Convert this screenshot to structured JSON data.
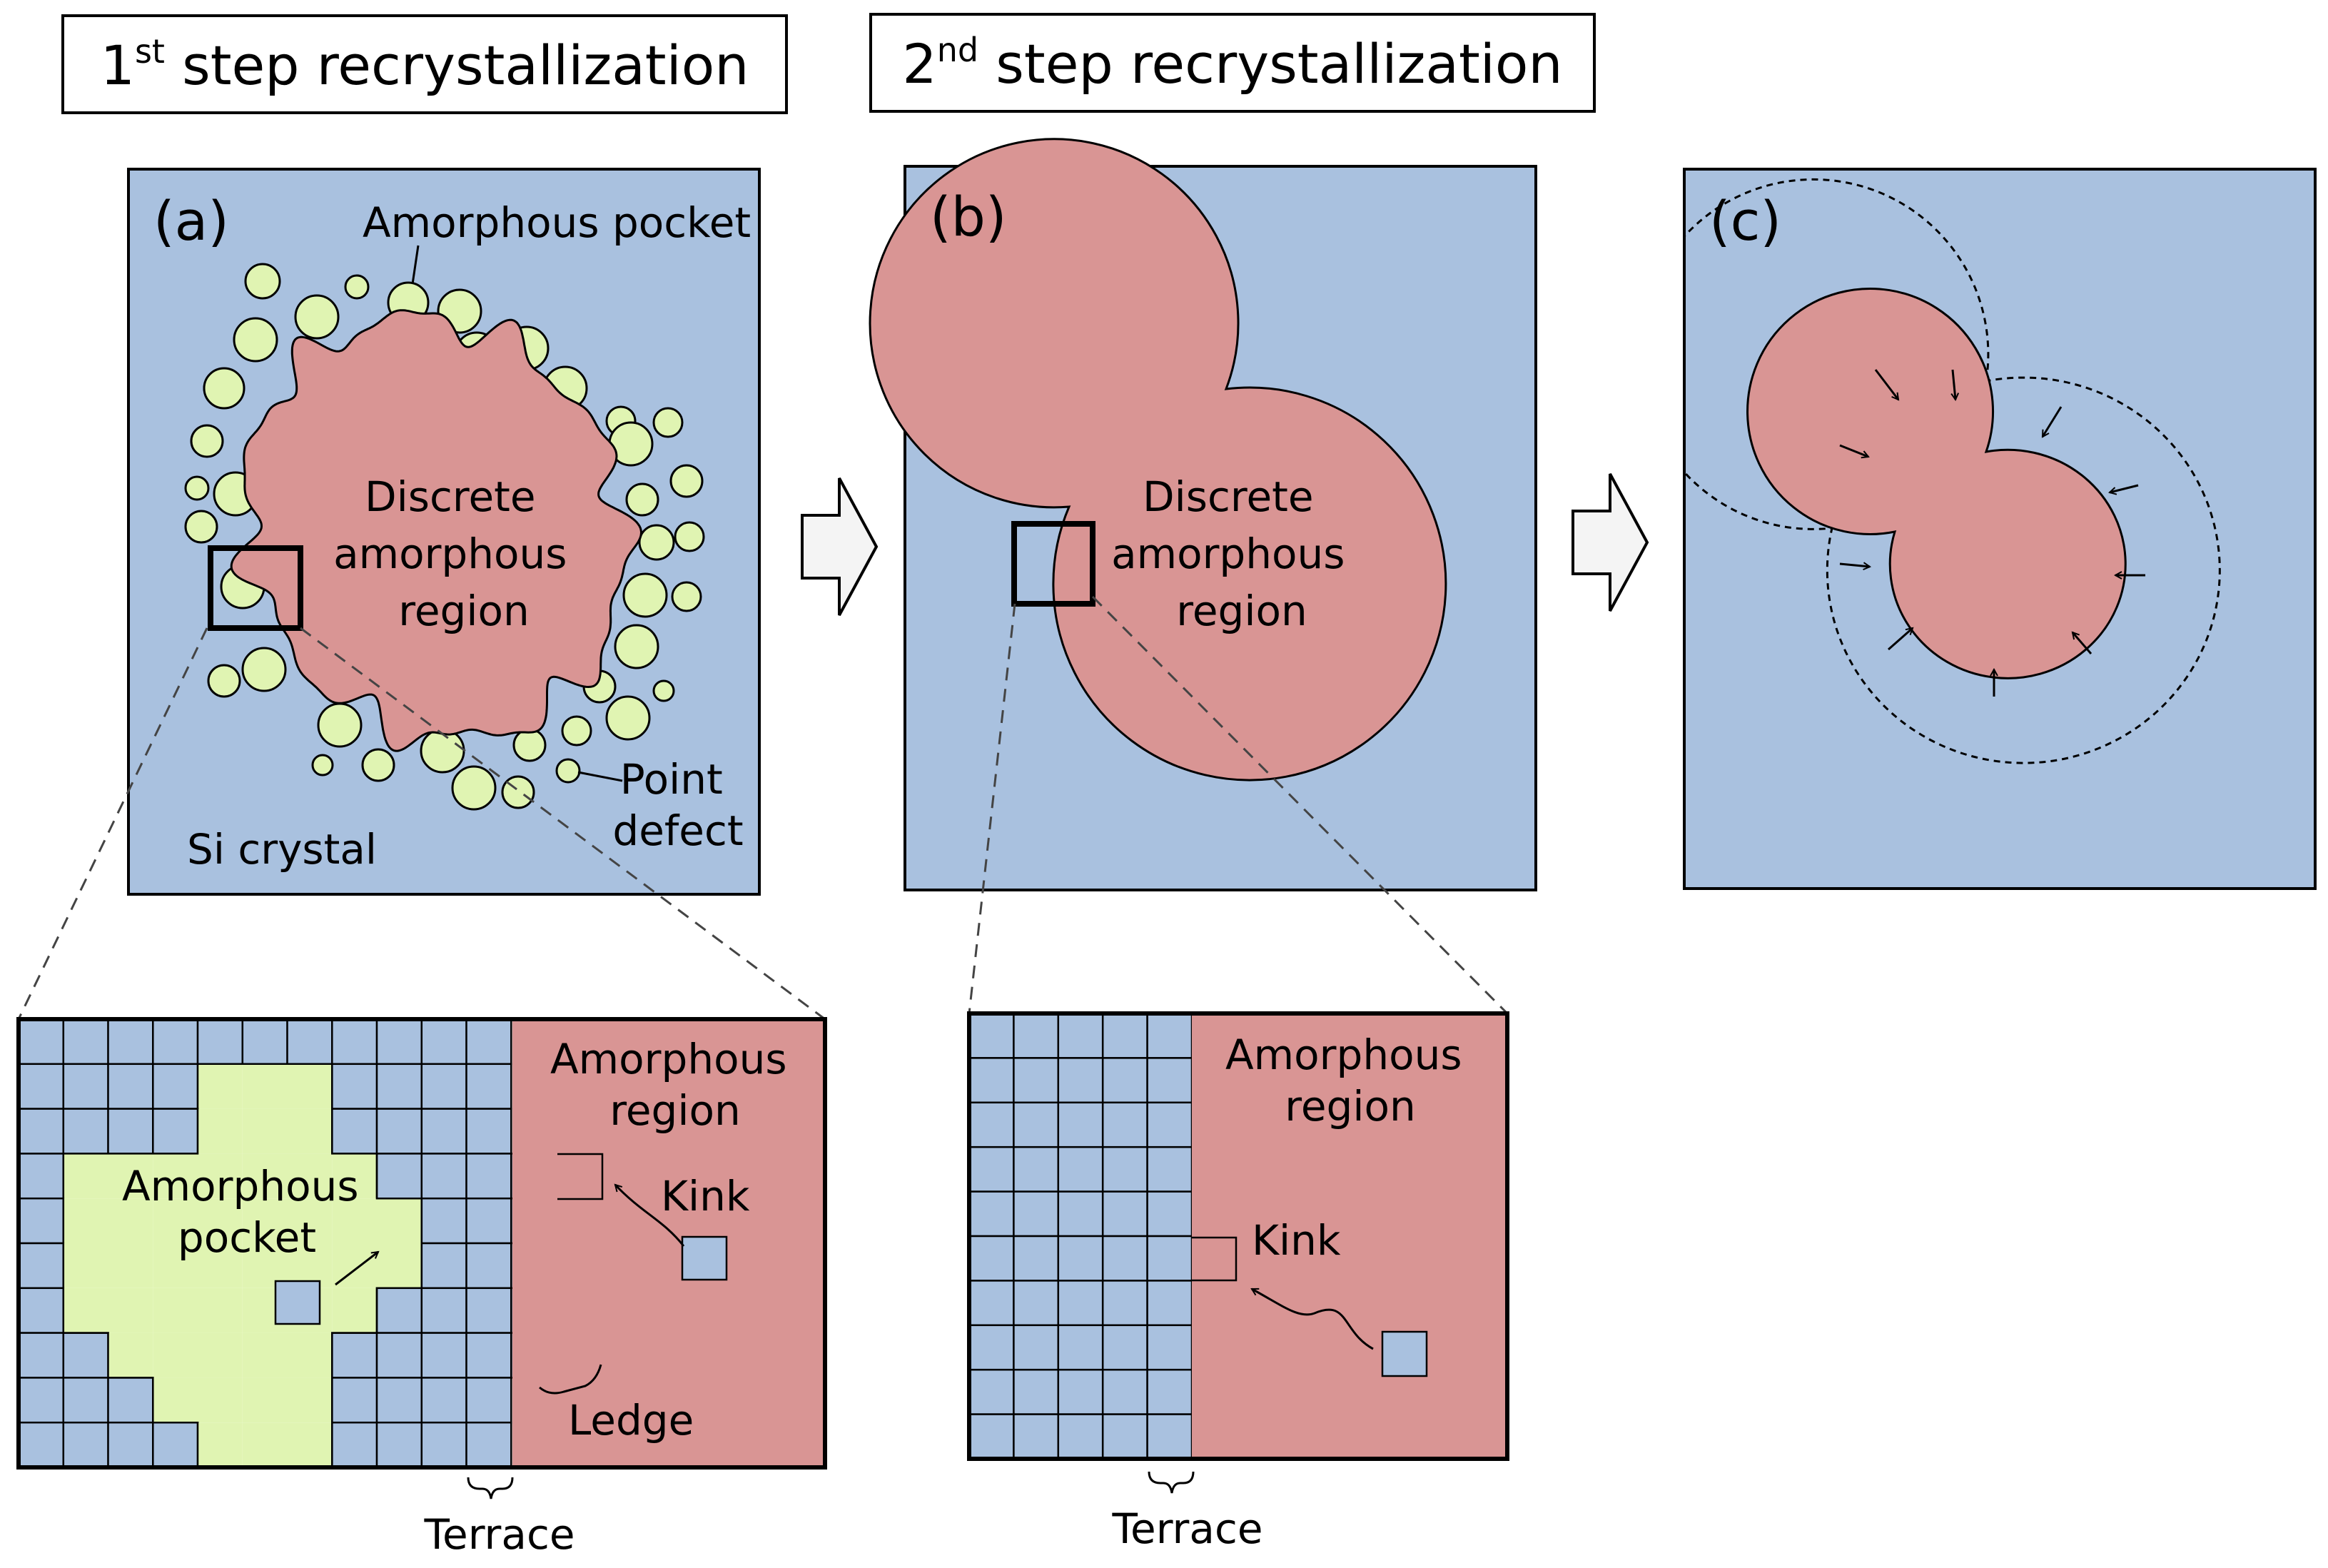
{
  "headers": {
    "step1": {
      "ordinal": "1",
      "sup": "st",
      "rest": " step recrystallization"
    },
    "step2": {
      "ordinal": "2",
      "sup": "nd",
      "rest": " step recrystallization"
    }
  },
  "panels": {
    "a": {
      "label": "(a)",
      "pocket_label": "Amorphous pocket",
      "region_lines": [
        "Discrete",
        "amorphous",
        "region"
      ],
      "crystal_label": "Si crystal",
      "defect_lines": [
        "Point",
        "defect"
      ]
    },
    "b": {
      "label": "(b)",
      "region_lines": [
        "Discrete",
        "amorphous",
        "region"
      ]
    },
    "c": {
      "label": "(c)"
    }
  },
  "zoom_a": {
    "region_lines": [
      "Amorphous",
      "region"
    ],
    "pocket_lines": [
      "Amorphous",
      "pocket"
    ],
    "kink": "Kink",
    "ledge": "Ledge",
    "terrace": "Terrace"
  },
  "zoom_b": {
    "region_lines": [
      "Amorphous",
      "region"
    ],
    "kink": "Kink",
    "terrace": "Terrace"
  },
  "colors": {
    "crystal": "#a9c1df",
    "amorphous": "#d99594",
    "pocket": "#e0f4b2",
    "arrow_fill": "#f4f4f4"
  }
}
